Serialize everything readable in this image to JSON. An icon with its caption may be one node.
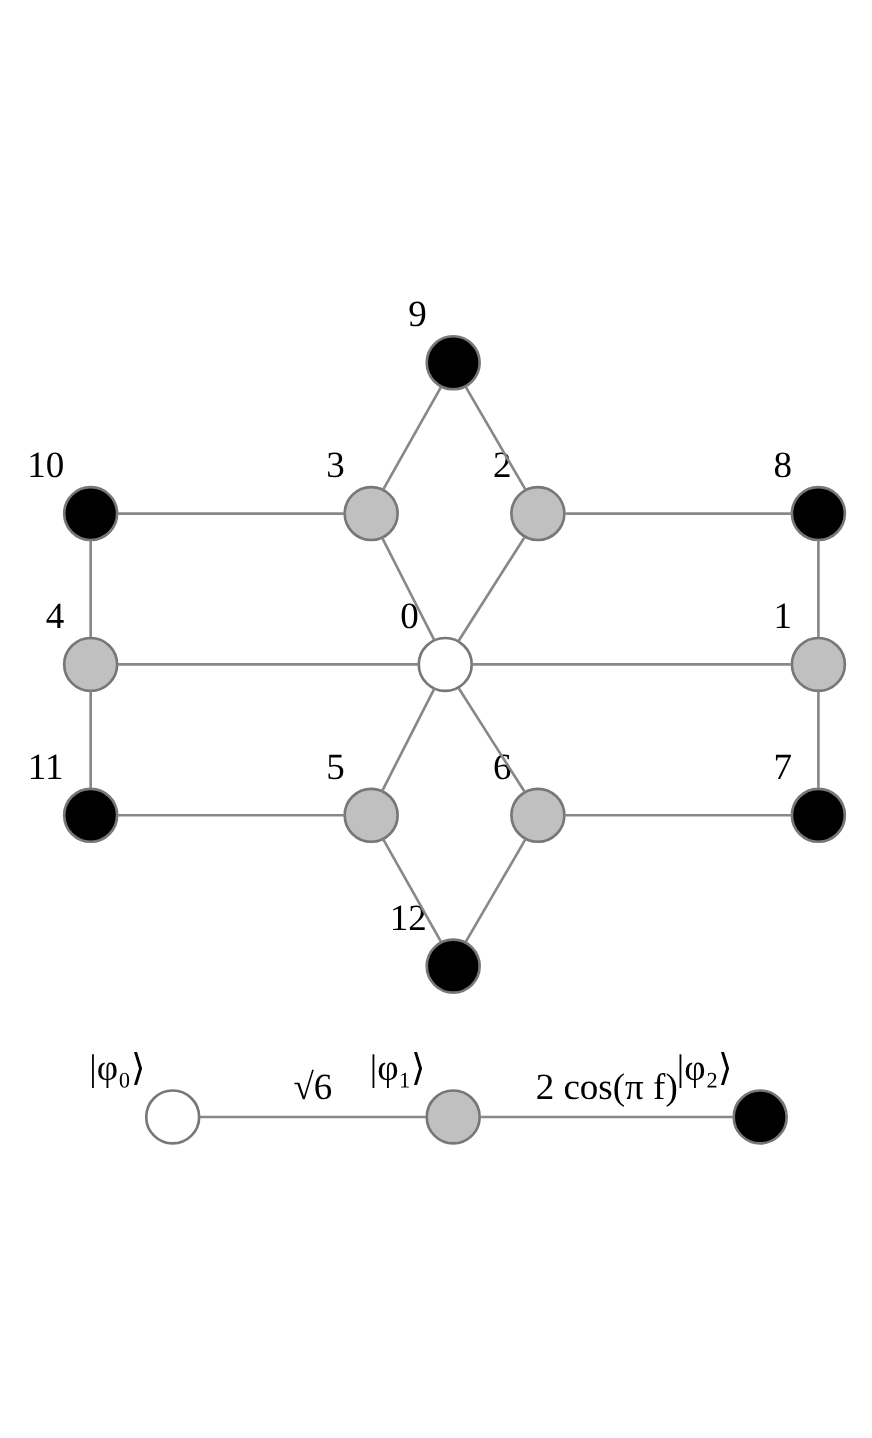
{
  "diagram": {
    "nodes": [
      {
        "text": [],
        "shape": "circle",
        "beside": [
          "0"
        ]
      },
      {
        "text": [],
        "shape": "circle",
        "beside": [
          "1"
        ]
      },
      {
        "text": [],
        "shape": "circle",
        "beside": [
          "2"
        ]
      },
      {
        "text": [],
        "shape": "circle",
        "beside": [
          "3"
        ]
      },
      {
        "text": [],
        "shape": "circle",
        "beside": [
          "4"
        ]
      },
      {
        "text": [],
        "shape": "circle",
        "beside": [
          "5"
        ]
      },
      {
        "text": [],
        "shape": "circle",
        "beside": [
          "6"
        ]
      },
      {
        "text": [],
        "shape": "circle",
        "beside": [
          "7"
        ]
      },
      {
        "text": [],
        "shape": "circle",
        "beside": [
          "8"
        ]
      },
      {
        "text": [],
        "shape": "circle",
        "beside": [
          "9"
        ]
      },
      {
        "text": [],
        "shape": "circle",
        "beside": [
          "10"
        ]
      },
      {
        "text": [],
        "shape": "circle",
        "beside": [
          "11"
        ]
      },
      {
        "text": [],
        "shape": "circle",
        "beside": [
          "12"
        ]
      },
      {
        "text": [],
        "shape": "circle",
        "beside": [
          "|φ₀⟩"
        ]
      },
      {
        "text": [],
        "shape": "circle",
        "beside": [
          "|φ₁⟩"
        ]
      },
      {
        "text": [],
        "shape": "circle",
        "beside": [
          "|φ₂⟩"
        ]
      }
    ],
    "edges": [
      {
        "from": 9,
        "to": 3,
        "arrow": "none"
      },
      {
        "from": 9,
        "to": 2,
        "arrow": "none"
      },
      {
        "from": 10,
        "to": 3,
        "arrow": "none"
      },
      {
        "from": 2,
        "to": 8,
        "arrow": "none"
      },
      {
        "from": 10,
        "to": 4,
        "arrow": "none"
      },
      {
        "from": 3,
        "to": 0,
        "arrow": "none"
      },
      {
        "from": 2,
        "to": 0,
        "arrow": "none"
      },
      {
        "from": 8,
        "to": 1,
        "arrow": "none"
      },
      {
        "from": 4,
        "to": 0,
        "arrow": "none"
      },
      {
        "from": 0,
        "to": 1,
        "arrow": "none"
      },
      {
        "from": 4,
        "to": 11,
        "arrow": "none"
      },
      {
        "from": 0,
        "to": 5,
        "arrow": "none"
      },
      {
        "from": 0,
        "to": 6,
        "arrow": "none"
      },
      {
        "from": 1,
        "to": 7,
        "arrow": "none"
      },
      {
        "from": 11,
        "to": 5,
        "arrow": "none"
      },
      {
        "from": 6,
        "to": 7,
        "arrow": "none"
      },
      {
        "from": 5,
        "to": 12,
        "arrow": "none"
      },
      {
        "from": 6,
        "to": 12,
        "arrow": "none"
      },
      {
        "from": 13,
        "to": 14,
        "arrow": "none",
        "label": "√6"
      },
      {
        "from": 14,
        "to": 15,
        "arrow": "none",
        "label": "2 cos(π f)"
      }
    ]
  }
}
